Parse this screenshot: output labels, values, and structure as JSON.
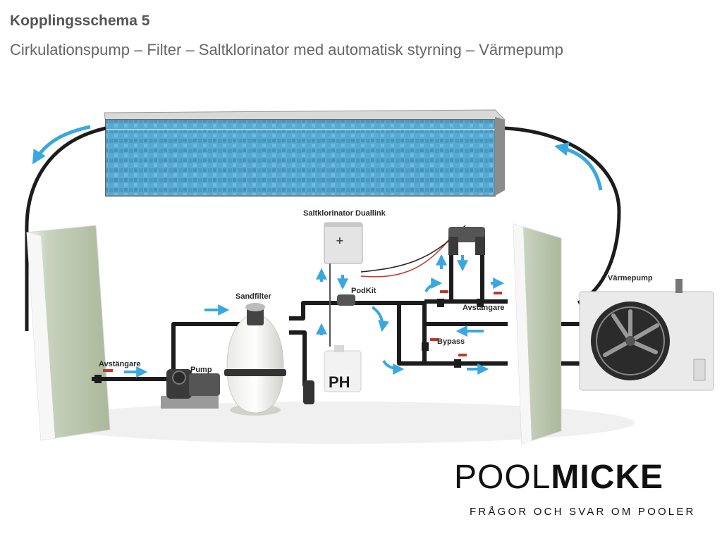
{
  "header": {
    "title": "Kopplingsschema 5",
    "subtitle": "Cirkulationspump – Filter – Saltklorinator med automatisk styrning – Värmepump"
  },
  "labels": {
    "saltklorinator": "Saltklorinator Duallink",
    "podkit": "PodKit",
    "sandfilter": "Sandfilter",
    "avstangare_left": "Avstängare",
    "pump": "Pump",
    "avstangare_right": "Avstängare",
    "bypass": "Bypass",
    "varmepump": "Värmepump",
    "ph": "PH"
  },
  "logo": {
    "part1": "POOL",
    "part2": "MICKE",
    "tagline": "FRÅGOR OCH SVAR OM POOLER"
  },
  "colors": {
    "water": "#4a9fc8",
    "arrow": "#3aa8e0",
    "pipe": "#1c1c1c",
    "wall": "#b9c6ae",
    "valve": "#c0392b"
  }
}
